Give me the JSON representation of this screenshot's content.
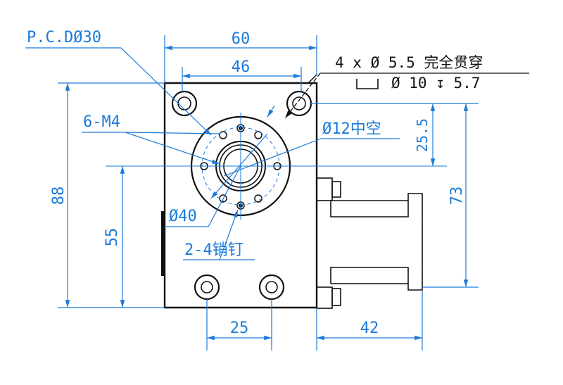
{
  "labels": {
    "pcd": "P.C.DØ30",
    "width_60": "60",
    "width_46": "46",
    "holes_line1": "4 x  Ø 5.5 完全贯穿",
    "holes_line2_sym": "⊔",
    "holes_line2": "Ø 10  ↧ 5.7",
    "thread": "6-M4",
    "hollow": "Ø12中空",
    "dim_25_5": "25.5",
    "dim_73": "73",
    "dim_88": "88",
    "dim_55": "55",
    "dia40": "Ø40",
    "pins": "2-4销钉",
    "dim_25": "25",
    "dim_42": "42"
  },
  "colors": {
    "dimension": "#1a7ad9",
    "outline": "#111111"
  }
}
